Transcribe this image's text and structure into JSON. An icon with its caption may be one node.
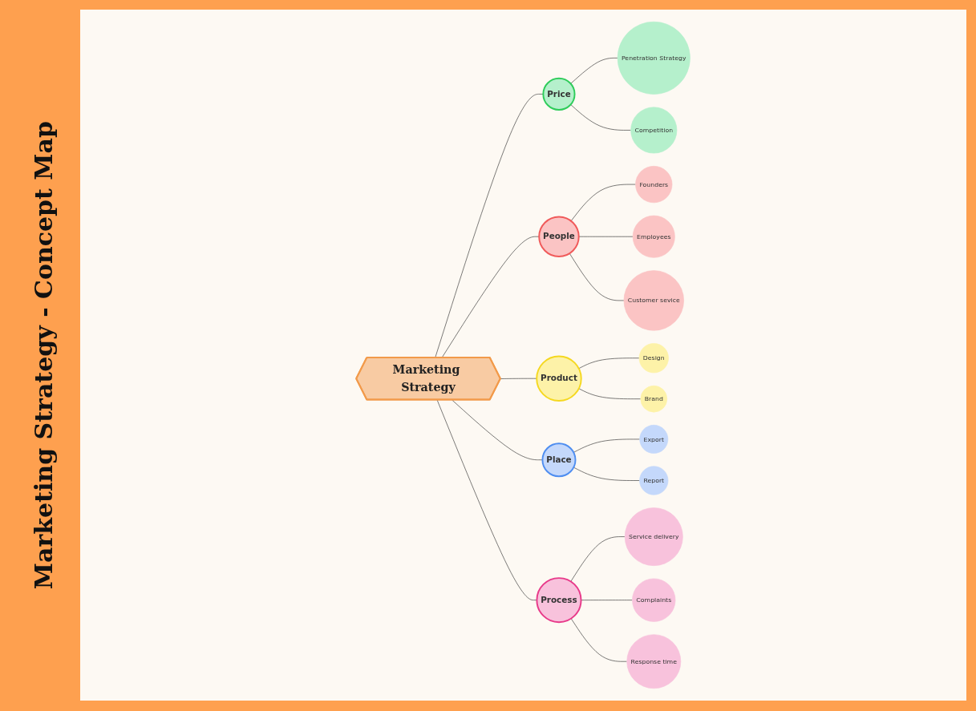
{
  "diagram": {
    "title": "Marketing Strategy - Concept Map",
    "nodes": [
      {
        "text": [
          "Marketing Strategy"
        ]
      },
      {
        "text": [
          "Price"
        ]
      },
      {
        "text": [
          "Penetration Strategy"
        ]
      },
      {
        "text": [
          "Competition"
        ]
      },
      {
        "text": [
          "People"
        ]
      },
      {
        "text": [
          "Founders"
        ]
      },
      {
        "text": [
          "Employees"
        ]
      },
      {
        "text": [
          "Customer sevice"
        ]
      },
      {
        "text": [
          "Product"
        ]
      },
      {
        "text": [
          "Design"
        ]
      },
      {
        "text": [
          "Brand"
        ]
      },
      {
        "text": [
          "Place"
        ]
      },
      {
        "text": [
          "Export"
        ]
      },
      {
        "text": [
          "Report"
        ]
      },
      {
        "text": [
          "Process"
        ]
      },
      {
        "text": [
          "Service delivery"
        ]
      },
      {
        "text": [
          "Complaints"
        ]
      },
      {
        "text": [
          "Response time"
        ]
      }
    ],
    "edges": [
      {
        "from": 0,
        "to": 1,
        "arrow": "none"
      },
      {
        "from": 1,
        "to": 2,
        "arrow": "none"
      },
      {
        "from": 1,
        "to": 3,
        "arrow": "none"
      },
      {
        "from": 0,
        "to": 4,
        "arrow": "none"
      },
      {
        "from": 4,
        "to": 5,
        "arrow": "none"
      },
      {
        "from": 4,
        "to": 6,
        "arrow": "none"
      },
      {
        "from": 4,
        "to": 7,
        "arrow": "none"
      },
      {
        "from": 0,
        "to": 8,
        "arrow": "none"
      },
      {
        "from": 8,
        "to": 9,
        "arrow": "none"
      },
      {
        "from": 8,
        "to": 10,
        "arrow": "none"
      },
      {
        "from": 0,
        "to": 11,
        "arrow": "none"
      },
      {
        "from": 11,
        "to": 12,
        "arrow": "none"
      },
      {
        "from": 11,
        "to": 13,
        "arrow": "none"
      },
      {
        "from": 0,
        "to": 14,
        "arrow": "none"
      },
      {
        "from": 14,
        "to": 15,
        "arrow": "none"
      },
      {
        "from": 14,
        "to": 16,
        "arrow": "none"
      },
      {
        "from": 14,
        "to": 17,
        "arrow": "none"
      }
    ]
  }
}
